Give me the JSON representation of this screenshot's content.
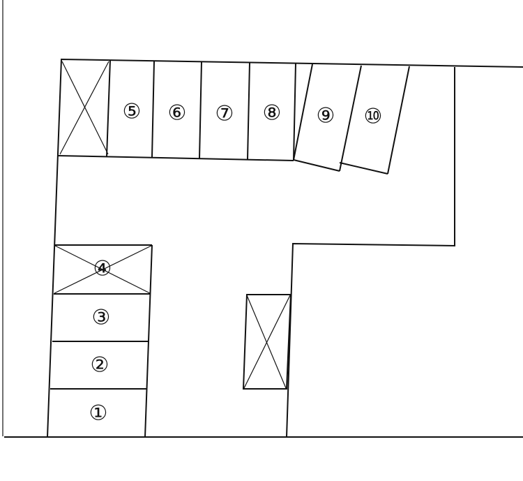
{
  "diagram": {
    "type": "parking-lot-layout",
    "stroke_color": "#111111",
    "background": "#ffffff",
    "spaces": [
      {
        "label": "①",
        "available": true
      },
      {
        "label": "②",
        "available": true
      },
      {
        "label": "③",
        "available": true
      },
      {
        "label": "④",
        "available": false
      },
      {
        "label": "⑤",
        "available": true
      },
      {
        "label": "⑥",
        "available": true
      },
      {
        "label": "⑦",
        "available": true
      },
      {
        "label": "⑧",
        "available": true
      },
      {
        "label": "⑨",
        "available": true
      },
      {
        "label": "⑩",
        "available": true
      }
    ],
    "blocked_areas": [
      {
        "id": "top-left-blocked",
        "available": false
      },
      {
        "id": "center-blocked",
        "available": false
      }
    ]
  }
}
